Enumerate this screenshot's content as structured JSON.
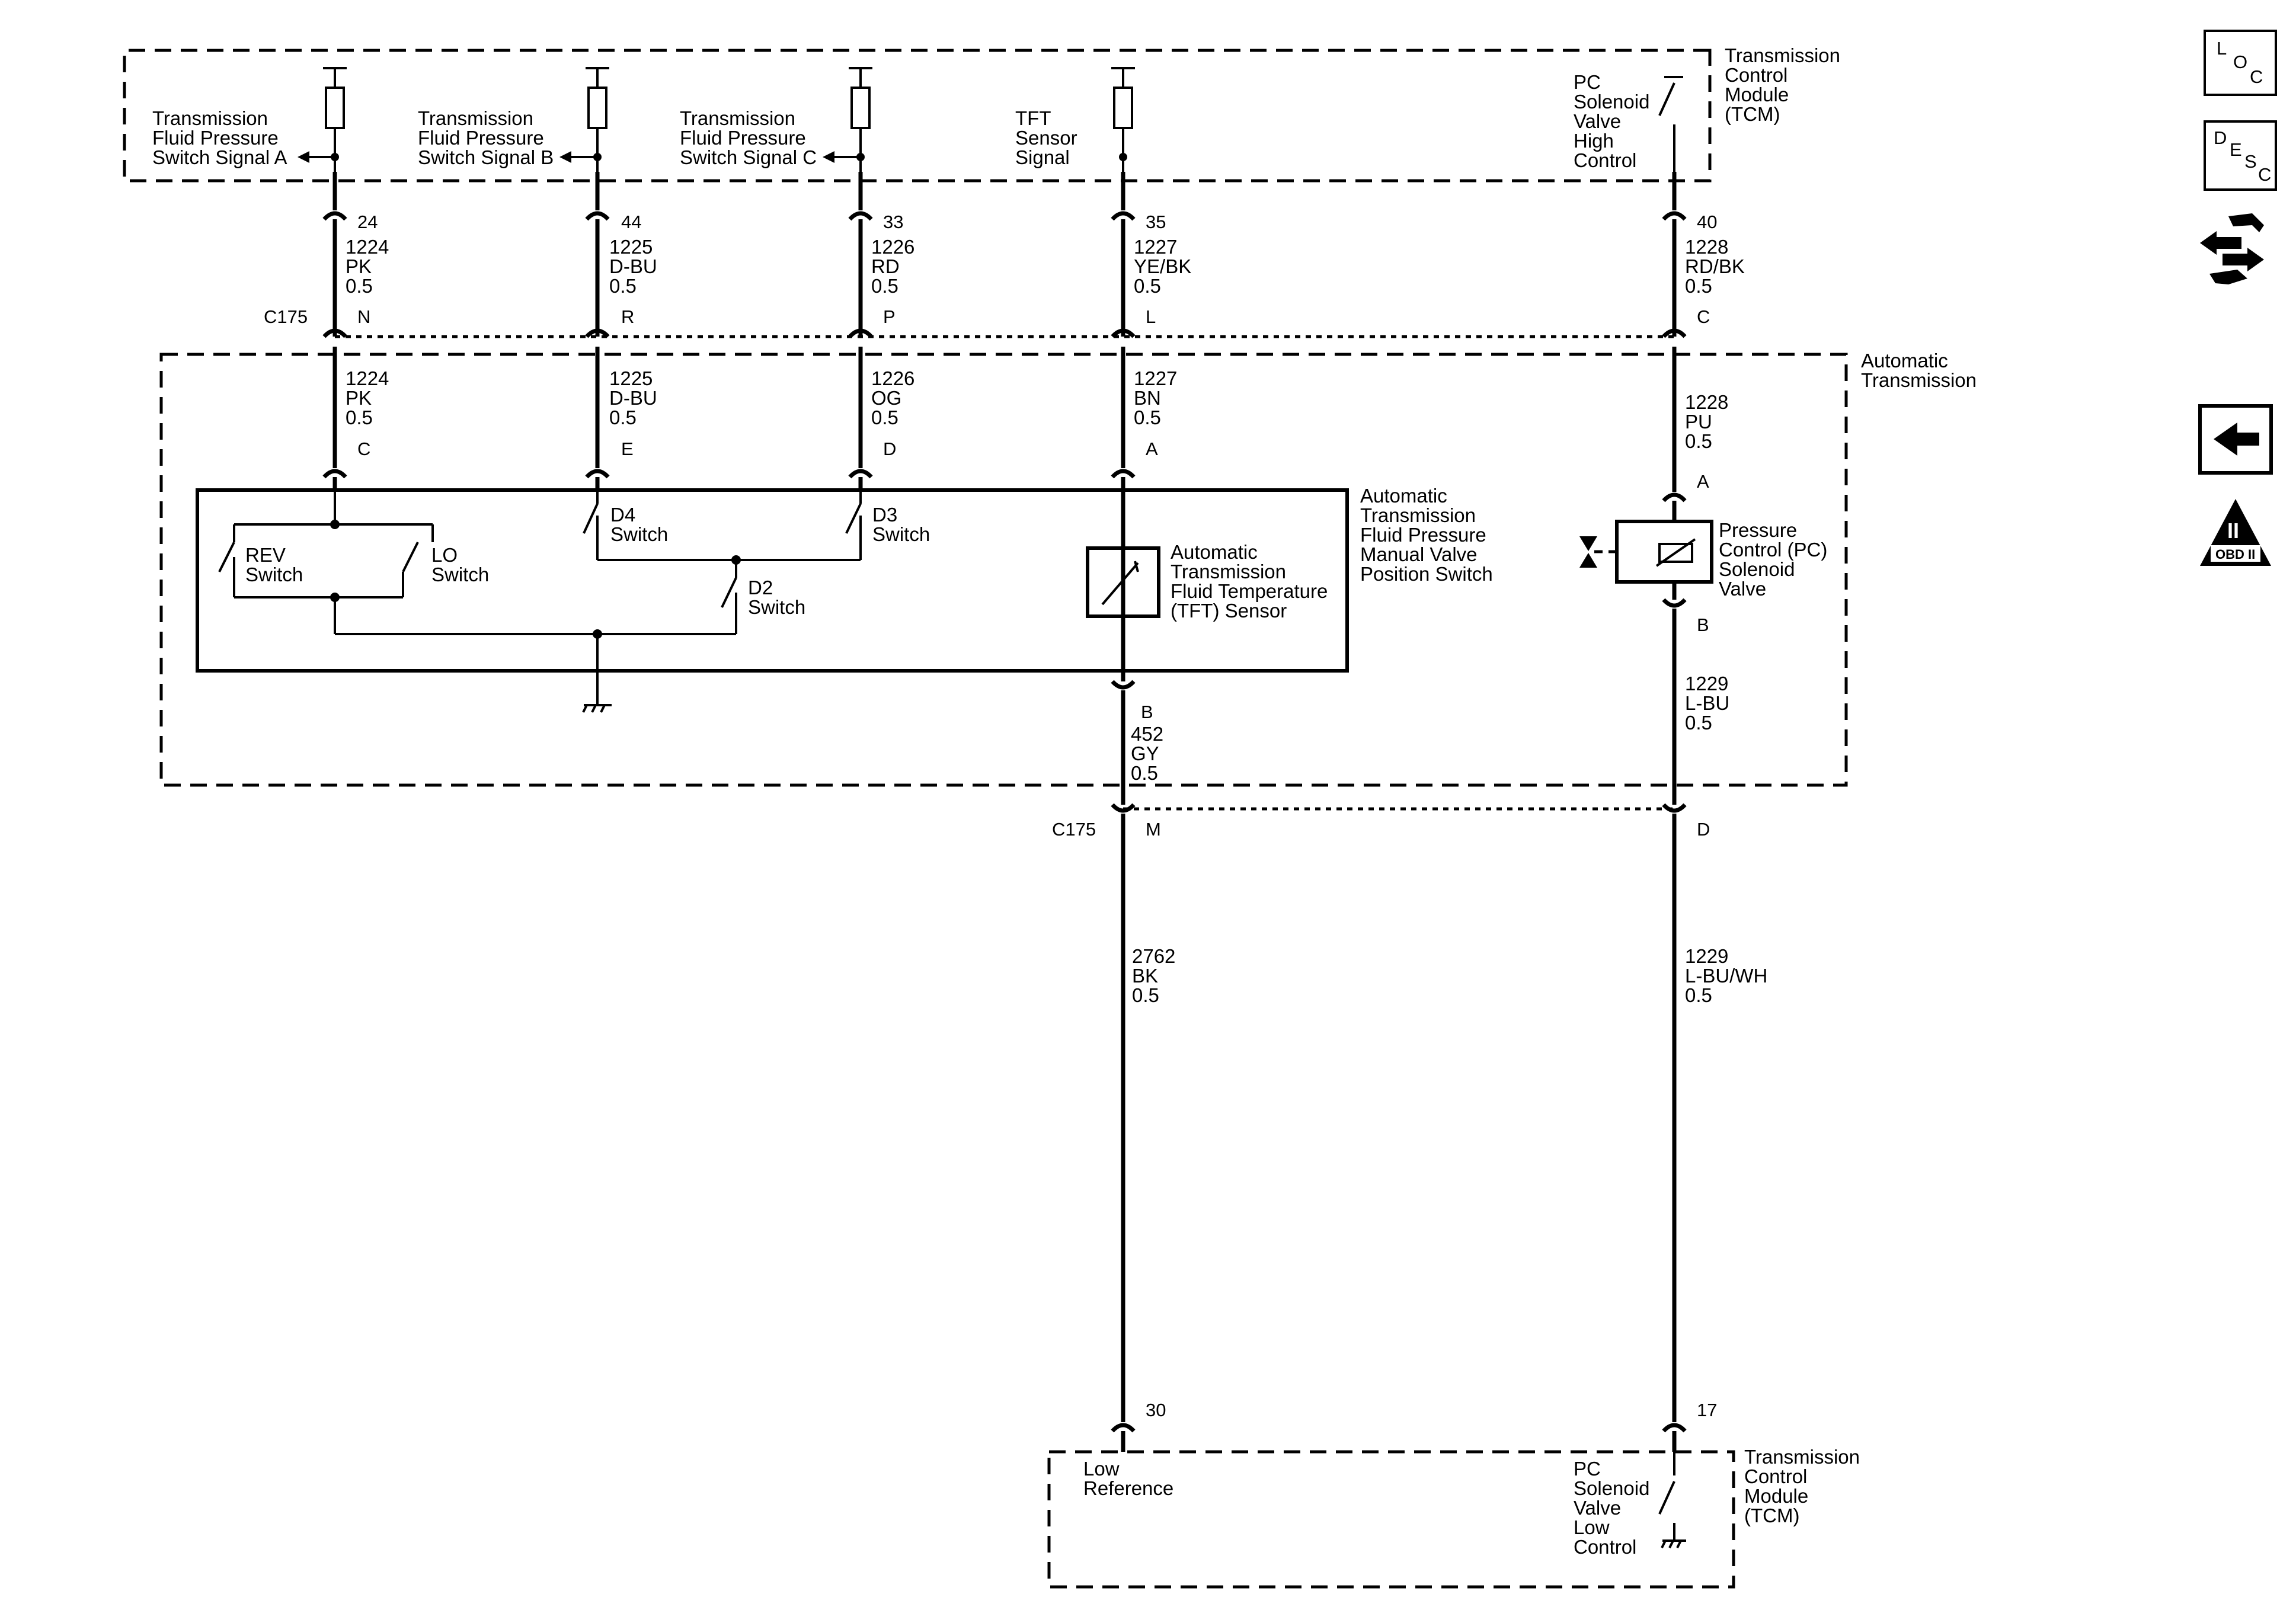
{
  "tcm_top": {
    "title": [
      "Transmission",
      "Control",
      "Module",
      "(TCM)"
    ]
  },
  "tcm_bottom": {
    "title": [
      "Transmission",
      "Control",
      "Module",
      "(TCM)"
    ]
  },
  "automatic_transmission": {
    "title": [
      "Automatic",
      "Transmission"
    ]
  },
  "manual_valve_switch": {
    "title": [
      "Automatic",
      "Transmission",
      "Fluid Pressure",
      "Manual Valve",
      "Position Switch"
    ]
  },
  "tft_sensor": {
    "label": [
      "Automatic",
      "Transmission",
      "Fluid Temperature",
      "(TFT) Sensor"
    ]
  },
  "pc_solenoid": {
    "label": [
      "Pressure",
      "Control (PC)",
      "Solenoid",
      "Valve"
    ]
  },
  "connector_c175": "C175",
  "signals": {
    "a": [
      "Transmission",
      "Fluid Pressure",
      "Switch Signal A"
    ],
    "b": [
      "Transmission",
      "Fluid Pressure",
      "Switch Signal B"
    ],
    "c": [
      "Transmission",
      "Fluid Pressure",
      "Switch Signal C"
    ],
    "tft": [
      "TFT",
      "Sensor",
      "Signal"
    ],
    "pc_high": [
      "PC",
      "Solenoid",
      "Valve",
      "High",
      "Control"
    ],
    "low_ref": [
      "Low",
      "Reference"
    ],
    "pc_low": [
      "PC",
      "Solenoid",
      "Valve",
      "Low",
      "Control"
    ]
  },
  "switches": {
    "rev": [
      "REV",
      "Switch"
    ],
    "lo": [
      "LO",
      "Switch"
    ],
    "d4": [
      "D4",
      "Switch"
    ],
    "d3": [
      "D3",
      "Switch"
    ],
    "d2": [
      "D2",
      "Switch"
    ]
  },
  "wires": {
    "w1_tcm_pin": "24",
    "w1_upper": [
      "1224",
      "PK",
      "0.5"
    ],
    "w1_c175_pin": "N",
    "w1_lower": [
      "1224",
      "PK",
      "0.5"
    ],
    "w1_sw_pin": "C",
    "w2_tcm_pin": "44",
    "w2_upper": [
      "1225",
      "D-BU",
      "0.5"
    ],
    "w2_c175_pin": "R",
    "w2_lower": [
      "1225",
      "D-BU",
      "0.5"
    ],
    "w2_sw_pin": "E",
    "w3_tcm_pin": "33",
    "w3_upper": [
      "1226",
      "RD",
      "0.5"
    ],
    "w3_c175_pin": "P",
    "w3_lower": [
      "1226",
      "OG",
      "0.5"
    ],
    "w3_sw_pin": "D",
    "w4_tcm_pin": "35",
    "w4_upper": [
      "1227",
      "YE/BK",
      "0.5"
    ],
    "w4_c175_pin": "L",
    "w4_lower": [
      "1227",
      "BN",
      "0.5"
    ],
    "w4_sw_pin": "A",
    "w4_sw_pin_b": "B",
    "w4_sensor_out": [
      "452",
      "GY",
      "0.5"
    ],
    "w4_c175_pin_lower": "M",
    "w4_ground_wire": [
      "2762",
      "BK",
      "0.5"
    ],
    "w4_tcm_low_pin": "30",
    "w5_tcm_pin": "40",
    "w5_upper": [
      "1228",
      "RD/BK",
      "0.5"
    ],
    "w5_c175_pin": "C",
    "w5_lower": [
      "1228",
      "PU",
      "0.5"
    ],
    "w5_sol_pin_a": "A",
    "w5_sol_pin_b": "B",
    "w5_sol_out": [
      "1229",
      "L-BU",
      "0.5"
    ],
    "w5_c175_pin_lower": "D",
    "w5_low_wire": [
      "1229",
      "L-BU/WH",
      "0.5"
    ],
    "w5_tcm_low_pin": "17"
  },
  "sidebar": {
    "loc": {
      "l": "L",
      "o": "O",
      "c": "C"
    },
    "desc": {
      "d": "D",
      "e": "E",
      "s": "S",
      "c": "C"
    },
    "obd": {
      "numeral": "II",
      "caption": "OBD II"
    }
  }
}
